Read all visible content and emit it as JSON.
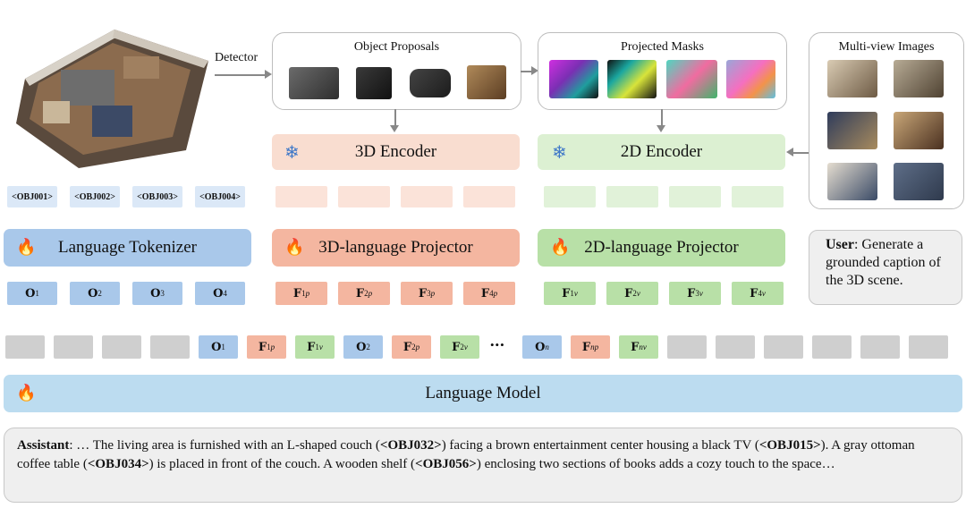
{
  "detector_label": "Detector",
  "panels": {
    "object_proposals": "Object Proposals",
    "projected_masks": "Projected Masks",
    "multiview_images": "Multi-view Images"
  },
  "encoders": {
    "enc3d": "3D Encoder",
    "enc2d": "2D Encoder"
  },
  "obj_tags": [
    "<OBJ001>",
    "<OBJ002>",
    "<OBJ003>",
    "<OBJ004>"
  ],
  "projectors": {
    "tokenizer": "Language Tokenizer",
    "proj3d": "3D-language Projector",
    "proj2d": "2D-language Projector"
  },
  "tokens": {
    "o_base": "O",
    "o_subs": [
      "1",
      "2",
      "3",
      "4"
    ],
    "f_base": "F",
    "p_sup": "p",
    "v_sup": "v",
    "n_sub": "n",
    "ellipsis": "•••"
  },
  "language_model": "Language Model",
  "user": {
    "speaker": "User",
    "text": ": Generate a grounded caption of the 3D scene."
  },
  "assistant": {
    "speaker": "Assistant",
    "segments": [
      {
        "t": ": … The living area is furnished with an L-shaped couch (",
        "b": false
      },
      {
        "t": "<OBJ032>",
        "b": true
      },
      {
        "t": ") facing a brown entertainment center housing a black TV (",
        "b": false
      },
      {
        "t": "<OBJ015>",
        "b": true
      },
      {
        "t": "). A gray ottoman coffee table (",
        "b": false
      },
      {
        "t": "<OBJ034>",
        "b": true
      },
      {
        "t": ") is placed in front of the couch. A wooden shelf (",
        "b": false
      },
      {
        "t": "<OBJ056>",
        "b": true
      },
      {
        "t": ") enclosing two sections of books adds a cozy touch to the space…",
        "b": false
      }
    ]
  },
  "colors": {
    "blue_block": "#a9c8ea",
    "orange_block": "#f4b6a0",
    "green_block": "#b8e0a7",
    "lm_bar": "#bcdcf0",
    "gray_token": "#cfcfcf"
  },
  "icons": {
    "frozen": "snowflake-icon",
    "trainable": "flame-icon"
  }
}
